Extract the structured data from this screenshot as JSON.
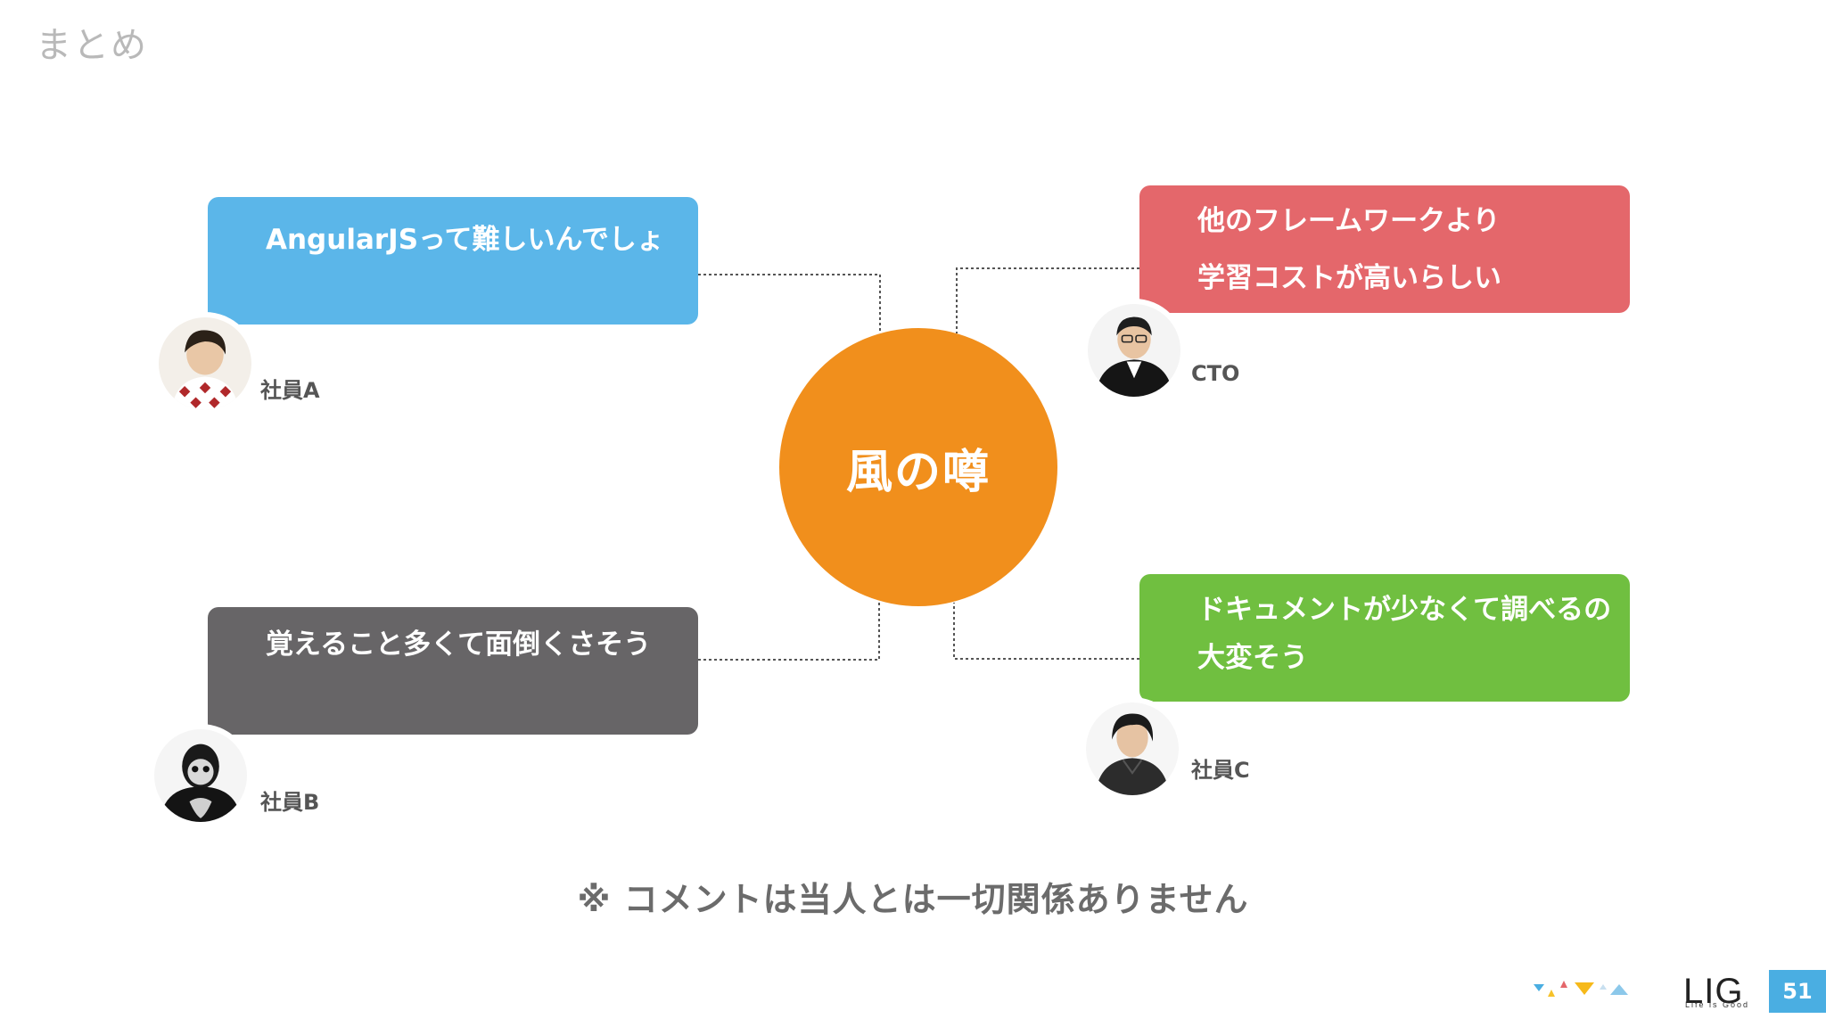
{
  "slide_title": "まとめ",
  "hub_label": "風の噂",
  "comments": {
    "a": {
      "lines": [
        "AngularJSって難しいんでしょ"
      ],
      "person": "社員A"
    },
    "b": {
      "lines": [
        "覚えること多くて面倒くさそう"
      ],
      "person": "社員B"
    },
    "cto": {
      "lines": [
        "他のフレームワークより",
        "学習コストが高いらしい"
      ],
      "person": "CTO"
    },
    "c": {
      "lines": [
        "ドキュメントが少なくて調べるの",
        "大変そう"
      ],
      "person": "社員C"
    }
  },
  "disclaimer": "※ コメントは当人とは一切関係ありません",
  "logo": {
    "name": "LIG",
    "tagline": "Life is Good"
  },
  "page_number": "51",
  "colors": {
    "bubble_a": "#5bb6e9",
    "bubble_b": "#676567",
    "bubble_cto": "#e4676b",
    "bubble_c": "#70bf40",
    "hub": "#f18f1c"
  }
}
